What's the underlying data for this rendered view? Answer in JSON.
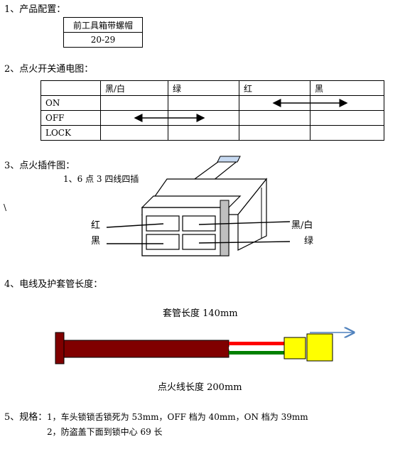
{
  "sections": {
    "s1": {
      "heading": "1、产品配置：",
      "table_header": "前工具箱带螺帽",
      "table_value": "20-29"
    },
    "s2": {
      "heading": "2、点火开关通电图：",
      "columns": [
        "",
        "黑/白",
        "绿",
        "红",
        "黑"
      ],
      "rows": [
        "ON",
        "OFF",
        "LOCK"
      ]
    },
    "s3": {
      "heading": "3、点火插件图：",
      "note": "1、6 点 3 四线四插",
      "left_labels": [
        "红",
        "黑"
      ],
      "right_labels": [
        "黑/白",
        "绿"
      ],
      "margin_mark": "\\"
    },
    "s4": {
      "heading": "4、电线及护套管长度：",
      "sleeve_label": "套管长度 140mm",
      "wire_label": "点火线长度 200mm"
    },
    "s5": {
      "heading": "5、规格：",
      "line1": "1，车头锁锁舌锁死为 53mm，OFF 档为 40mm，ON 档为 39mm",
      "line2": "2，防盗盖下面到锁中心 69 长"
    }
  },
  "colors": {
    "sleeve": "#800000",
    "wire_red": "#ff0000",
    "wire_green": "#008000",
    "connector": "#ffff00",
    "arrow": "#4f81bd"
  }
}
